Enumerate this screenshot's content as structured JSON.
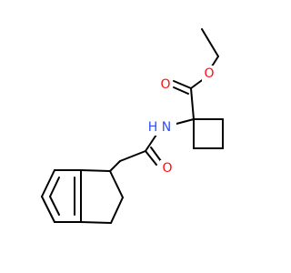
{
  "molecule": {
    "atom_labels": {
      "ester_oxygen": "O",
      "carbonyl_oxygen_ester": "O",
      "amide_nitrogen": "N",
      "amide_hydrogen": "H",
      "carbonyl_oxygen_amide": "O"
    },
    "colors": {
      "bond": "#000000",
      "oxygen": "#ff0d0d",
      "nitrogen": "#3050f8",
      "background": "#ffffff"
    }
  }
}
